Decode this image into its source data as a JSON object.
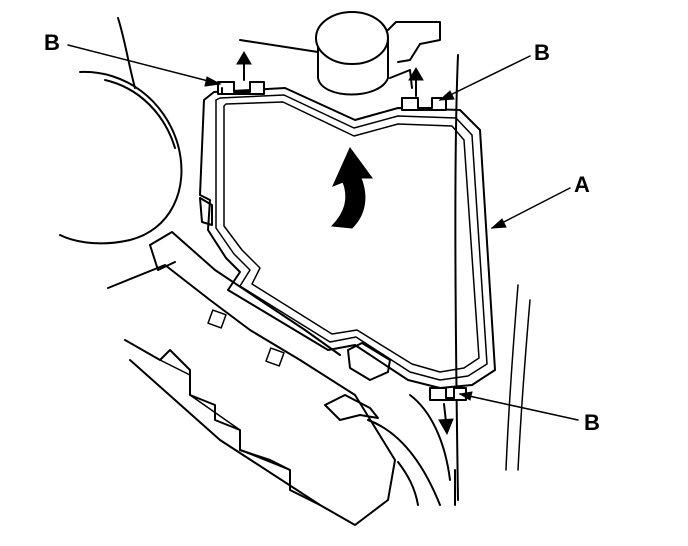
{
  "labels": {
    "part_a": "A",
    "clip_b_top_left": "B",
    "clip_b_top_right": "B",
    "clip_b_bottom_right": "B"
  }
}
